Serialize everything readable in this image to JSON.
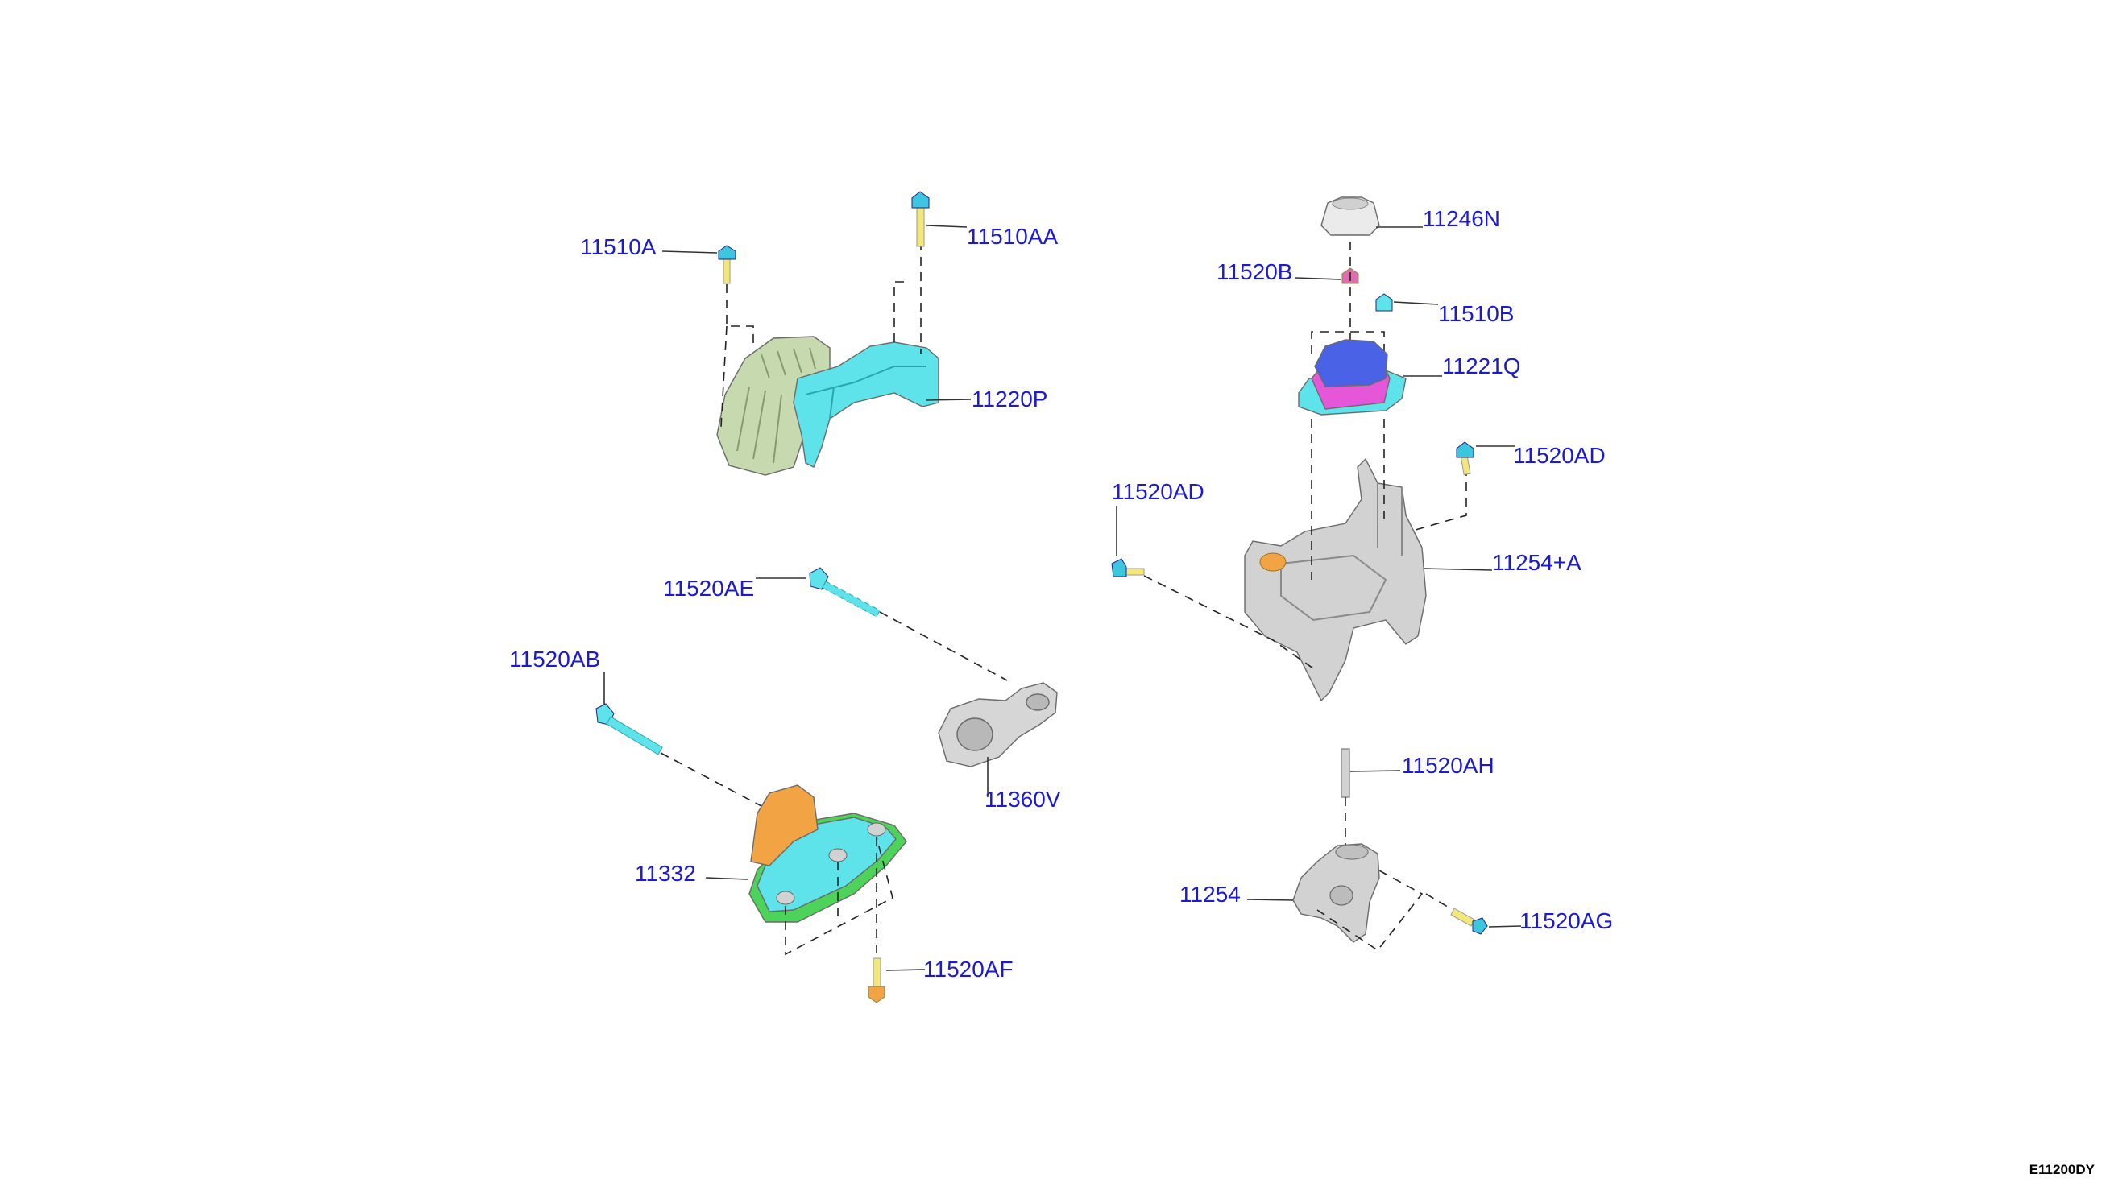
{
  "diagram_code": "E11200DY",
  "labels": {
    "11510A": "11510A",
    "11510AA": "11510AA",
    "11220P": "11220P",
    "11246N": "11246N",
    "11520B": "11520B",
    "11510B": "11510B",
    "11221Q": "11221Q",
    "11520AD_right": "11520AD",
    "11520AD_left": "11520AD",
    "11254A": "11254+A",
    "11520AE": "11520AE",
    "11520AB": "11520AB",
    "11360V": "11360V",
    "11332": "11332",
    "11520AF": "11520AF",
    "11520AH": "11520AH",
    "11254": "11254",
    "11520AG": "11520AG"
  },
  "colors": {
    "label": "#1a1ad6",
    "cyan_part": "#5fe3ea",
    "green_part": "#c7d9ae",
    "grey_part": "#d2d2d2",
    "orange_part": "#f2a444",
    "blue_part": "#4a63e6",
    "magenta_part": "#e556d8",
    "yellow_part": "#f3e77a"
  }
}
